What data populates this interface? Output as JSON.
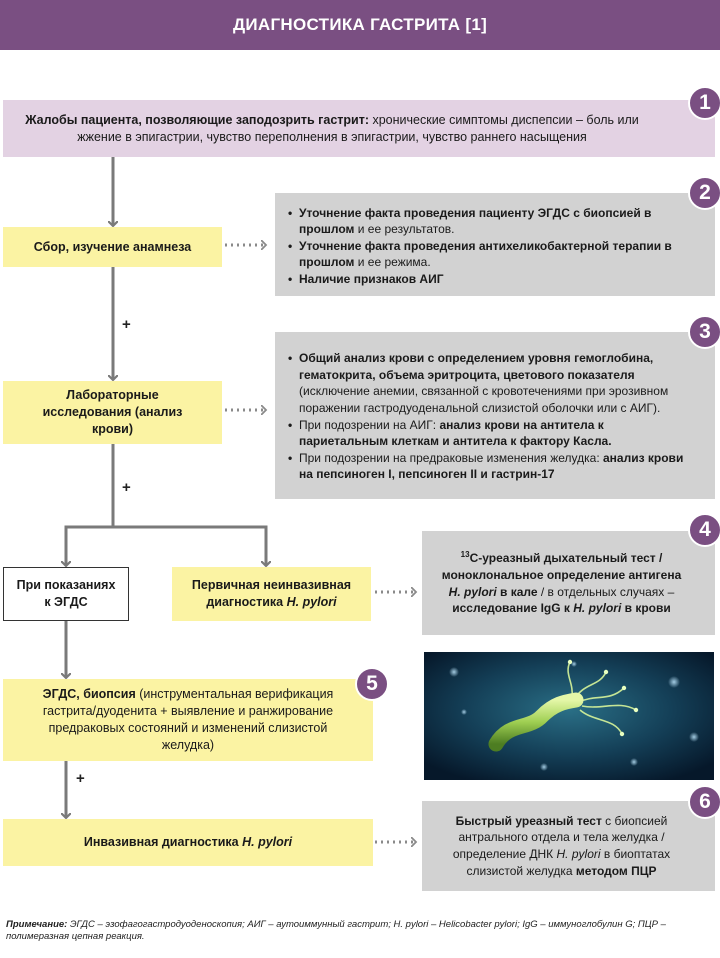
{
  "header": {
    "title": "ДИАГНОСТИКА ГАСТРИТА [1]"
  },
  "badges": [
    "1",
    "2",
    "3",
    "4",
    "5",
    "6"
  ],
  "plus_sign": "+",
  "complaints": {
    "bold": "Жалобы пациента, позволяющие заподозрить гастрит:",
    "text": " хронические симптомы диспепсии – боль или жжение в эпигастрии, чувство переполнения в эпигастрии, чувство раннего насыщения"
  },
  "anamnesis": {
    "label": "Сбор, изучение анамнеза"
  },
  "anamnesis_details": {
    "item1_bold": "Уточнение факта проведения пациенту ЭГДС с биопсией в прошлом",
    "item1_text": " и ее результатов.",
    "item2_bold": "Уточнение факта проведения антихеликобактерной терапии в прошлом",
    "item2_text": " и ее режима.",
    "item3_bold": "Наличие признаков АИГ"
  },
  "lab": {
    "label": "Лабораторные исследования (анализ крови)"
  },
  "lab_details": {
    "item1_bold": "Общий анализ крови с определением уровня гемоглобина, гематокрита, объема эритроцита, цветового показателя",
    "item1_text": " (исключение анемии, связанной с кровотечениями при эрозивном поражении гастродуоденаль­ной слизистой оболочки или с АИГ).",
    "item2_text": "При подозрении на АИГ: ",
    "item2_bold": "анализ крови на антитела к париетальным клеткам и антитела к фактору Касла.",
    "item3_text": "При подозрении на предраковые изменения желудка: ",
    "item3_bold": "анализ крови на пепсиноген I, пепсиноген II и гастрин-17"
  },
  "indications": {
    "label": "При показаниях к ЭГДС"
  },
  "noninvasive": {
    "label": "Первичная неинвазивная диагностика",
    "organism": "H. pylori"
  },
  "noninvasive_details": {
    "sup": "13",
    "part1_bold": "С-уреазный дыхательный тест / моноклональное определение антигена ",
    "organism": "H. pylori",
    "part2_bold": " в кале",
    "part3_text": " / в отдельных случаях – ",
    "part4_bold": "исследование IgG к ",
    "part5_bold": " в крови"
  },
  "egds": {
    "bold": "ЭГДС, биопсия",
    "text": " (инструментальная верификация гастрита/дуоденита + выявление и ранжирование предраковых состояний и изменений слизистой желудка)"
  },
  "invasive": {
    "label": "Инвазивная диагностика",
    "organism": "H. pylori"
  },
  "invasive_details": {
    "part1_bold": "Быстрый уреазный тест",
    "part2_text": " с биопсией антрального отдела и тела желудка / определение ДНК ",
    "organism": "H. pylori",
    "part3_text": " в биоптатах слизистой желудка ",
    "part4_bold": "методом ПЦР"
  },
  "note": {
    "label": "Примечание:",
    "text": " ЭГДС – эзофагогастродуоденоскопия; АИГ – аутоиммунный гастрит; H. pylori – Helicobacter pylori; IgG – иммуноглобулин G; ПЦР – полимеразная цепная реакция."
  },
  "colors": {
    "header": "#7a4f82",
    "complaints": "#e3d2e3",
    "step": "#fbf3a3",
    "details": "#d2d2d2",
    "arrow": "#7a7a7a",
    "dotted": "#8a8a8a"
  }
}
